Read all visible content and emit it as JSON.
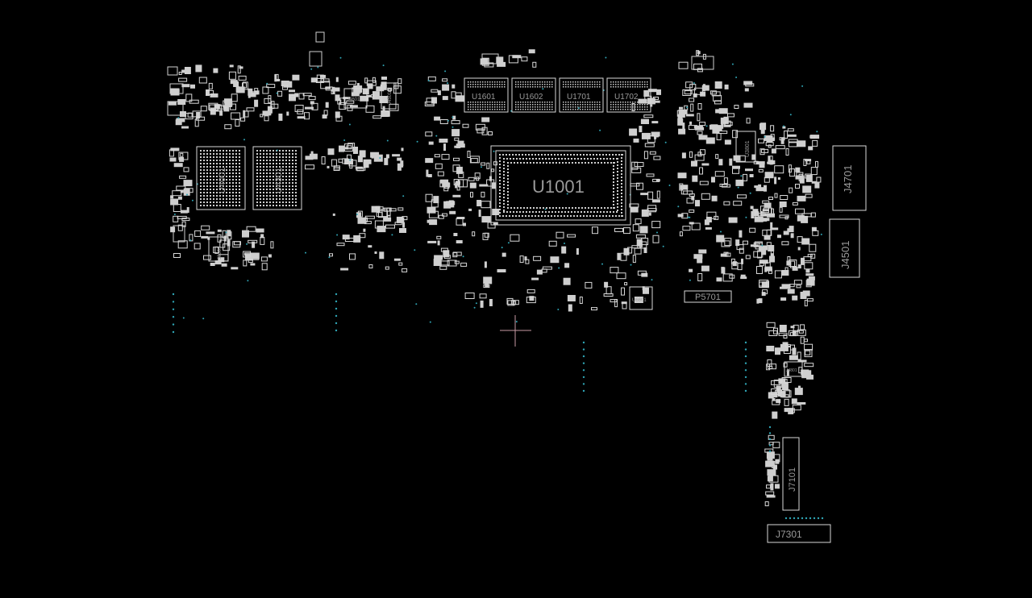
{
  "colors": {
    "background": "#000000",
    "component_outline": "#d8d8d8",
    "pad": "#cfcfcf",
    "via": "#2fa4b4",
    "cursor": "#c79aa4",
    "label": "#9a9a9a"
  },
  "designators": {
    "cpu": "U1001",
    "mem1": "U1601",
    "mem2": "U1602",
    "mem3": "U1701",
    "mem4": "U1702",
    "ssd1": "U4001",
    "ssd2": "U4301",
    "conn_right_upper": "J4701",
    "conn_right_lower": "J4501",
    "conn_bottom_vertical": "J7101",
    "conn_bottom": "J7301",
    "test_point": "P5701",
    "small_ic_right": "U3801",
    "small_ic_pch": "U6601",
    "small_ic_lower_right": "J4801",
    "small_ic_left": "J3001",
    "small_ic_top1": "J4601",
    "small_ic_top2": "J4501"
  }
}
